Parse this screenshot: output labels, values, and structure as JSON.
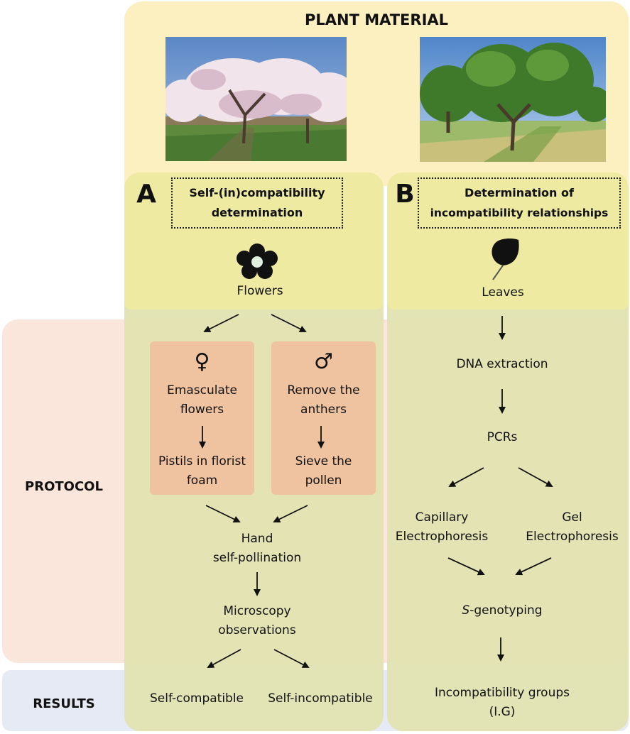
{
  "plant_material": {
    "title": "PLANT MATERIAL"
  },
  "row_labels": {
    "protocol": "PROTOCOL",
    "results": "RESULTS"
  },
  "colors": {
    "plant_band": "#fcefc0",
    "protocol_band": "#fbe6dc",
    "results_band": "#e6eaf4",
    "column_fill": "#e2e3b2",
    "column_top": "#eeeaa2",
    "orange_box": "#efc39f"
  },
  "panel_a": {
    "letter": "A",
    "header": [
      "Self-(in)compatibility",
      "determination"
    ],
    "icon": "flower-icon",
    "organ": "Flowers",
    "female_branch": {
      "symbol": "♀",
      "step1": [
        "Emasculate",
        "flowers"
      ],
      "step2": [
        "Pistils in florist",
        "foam"
      ]
    },
    "male_branch": {
      "symbol": "♂",
      "step1": [
        "Remove the",
        "anthers"
      ],
      "step2": [
        "Sieve the",
        "pollen"
      ]
    },
    "pollination": [
      "Hand",
      "self-pollination"
    ],
    "microscopy": [
      "Microscopy",
      "observations"
    ],
    "result_left": "Self-compatible",
    "result_right": "Self-incompatible"
  },
  "panel_b": {
    "letter": "B",
    "header": [
      "Determination of",
      "incompatibility relationships"
    ],
    "icon": "leaf-icon",
    "organ": "Leaves",
    "dna": "DNA extraction",
    "pcr": "PCRs",
    "capillary": [
      "Capillary",
      "Electrophoresis"
    ],
    "gel": [
      "Gel",
      "Electrophoresis"
    ],
    "genotyping_italic": "S",
    "genotyping_rest": "-genotyping",
    "result": [
      "Incompatibility groups",
      "(I.G)"
    ]
  }
}
